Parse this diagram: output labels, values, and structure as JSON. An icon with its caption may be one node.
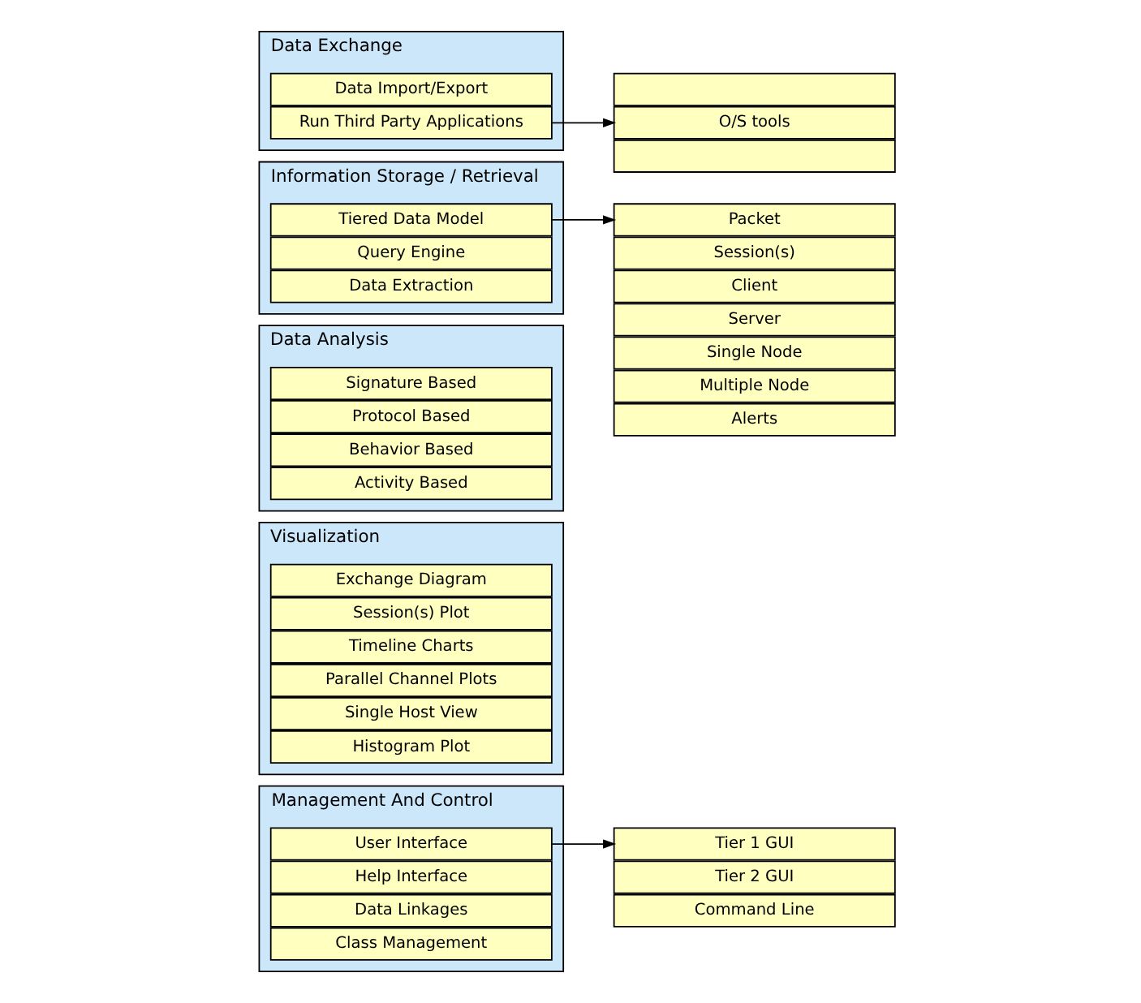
{
  "diagram": {
    "nodes": [
      {
        "text": [
          "Data Exchange"
        ]
      },
      {
        "text": [
          "Data Import/Export"
        ],
        "in": 0
      },
      {
        "text": [
          "Run Third Party Applications"
        ],
        "in": 0
      },
      {
        "text": [],
        "shape": "box"
      },
      {
        "text": [
          "O/S tools"
        ]
      },
      {
        "text": [],
        "shape": "box"
      },
      {
        "text": [
          "Information Storage / Retrieval"
        ]
      },
      {
        "text": [
          "Tiered Data Model"
        ],
        "in": 6
      },
      {
        "text": [
          "Query Engine"
        ],
        "in": 6
      },
      {
        "text": [
          "Data Extraction"
        ],
        "in": 6
      },
      {
        "text": [
          "Packet"
        ]
      },
      {
        "text": [
          "Session(s)"
        ]
      },
      {
        "text": [
          "Client"
        ]
      },
      {
        "text": [
          "Server"
        ]
      },
      {
        "text": [
          "Single Node"
        ]
      },
      {
        "text": [
          "Multiple Node"
        ]
      },
      {
        "text": [
          "Alerts"
        ]
      },
      {
        "text": [
          "Data Analysis"
        ]
      },
      {
        "text": [
          "Signature Based"
        ],
        "in": 17
      },
      {
        "text": [
          "Protocol Based"
        ],
        "in": 17
      },
      {
        "text": [
          "Behavior Based"
        ],
        "in": 17
      },
      {
        "text": [
          "Activity Based"
        ],
        "in": 17
      },
      {
        "text": [
          "Visualization"
        ]
      },
      {
        "text": [
          "Exchange Diagram"
        ],
        "in": 22
      },
      {
        "text": [
          "Session(s) Plot"
        ],
        "in": 22
      },
      {
        "text": [
          "Timeline Charts"
        ],
        "in": 22
      },
      {
        "text": [
          "Parallel Channel Plots"
        ],
        "in": 22
      },
      {
        "text": [
          "Single Host View"
        ],
        "in": 22
      },
      {
        "text": [
          "Histogram Plot"
        ],
        "in": 22
      },
      {
        "text": [
          "Management And Control"
        ]
      },
      {
        "text": [
          "User Interface"
        ],
        "in": 29
      },
      {
        "text": [
          "Help Interface"
        ],
        "in": 29
      },
      {
        "text": [
          "Data Linkages"
        ],
        "in": 29
      },
      {
        "text": [
          "Class Management"
        ],
        "in": 29
      },
      {
        "text": [
          "Tier 1 GUI"
        ]
      },
      {
        "text": [
          "Tier 2 GUI"
        ]
      },
      {
        "text": [
          "Command Line"
        ]
      }
    ],
    "edges": [
      {
        "from": 2,
        "to": 4,
        "arrow": "to"
      },
      {
        "from": 7,
        "to": 10,
        "arrow": "to"
      },
      {
        "from": 30,
        "to": 34,
        "arrow": "to"
      }
    ]
  }
}
